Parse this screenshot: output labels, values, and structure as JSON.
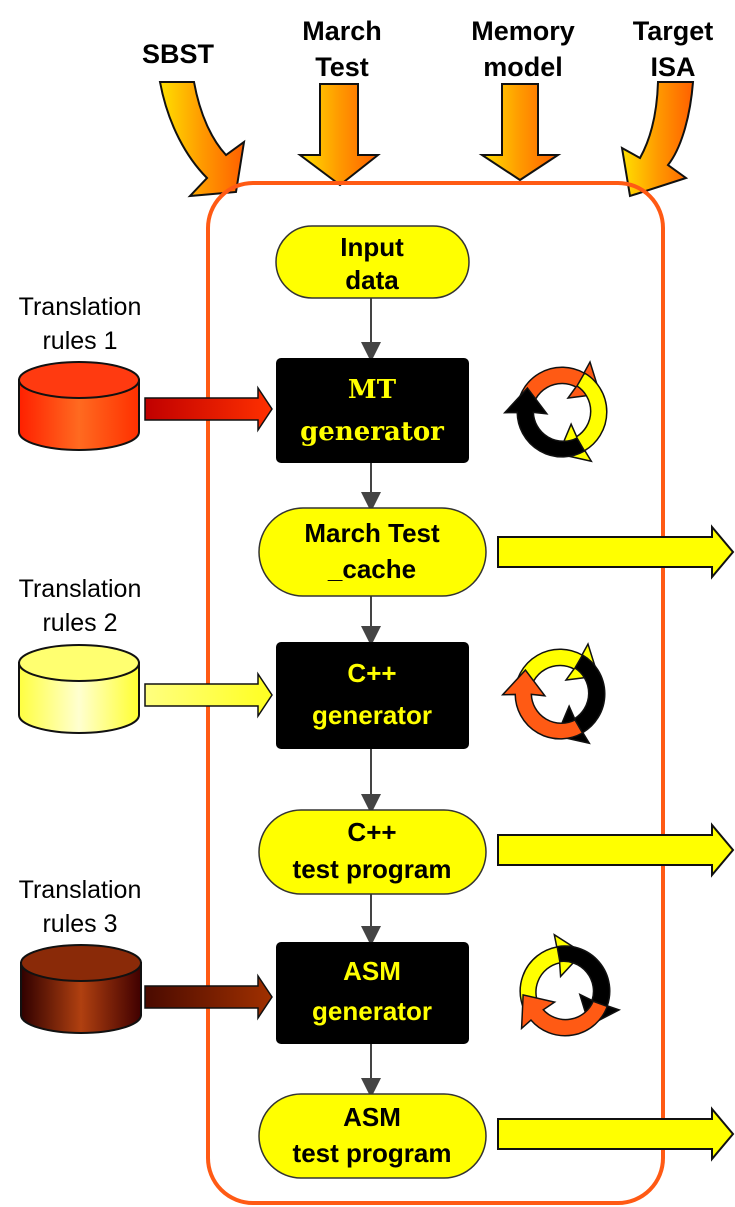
{
  "inputs": [
    {
      "line1": "SBST",
      "line2": ""
    },
    {
      "line1": "March",
      "line2": "Test"
    },
    {
      "line1": "Memory",
      "line2": "model"
    },
    {
      "line1": "Target",
      "line2": "ISA"
    }
  ],
  "nodes": {
    "input_data": {
      "line1": "Input",
      "line2": "data"
    },
    "mt_generator": {
      "line1": "MT",
      "line2": "generator"
    },
    "march_test_cache": {
      "line1": "March Test",
      "line2": "_cache"
    },
    "cpp_generator": {
      "line1": "C++",
      "line2": "generator"
    },
    "cpp_test_program": {
      "line1": "C++",
      "line2": "test program"
    },
    "asm_generator": {
      "line1": "ASM",
      "line2": "generator"
    },
    "asm_test_program": {
      "line1": "ASM",
      "line2": "test program"
    }
  },
  "rules": [
    {
      "line1": "Translation",
      "line2": "rules 1",
      "color": "#ff4a10"
    },
    {
      "line1": "Translation",
      "line2": "rules 2",
      "color": "#ffff50"
    },
    {
      "line1": "Translation",
      "line2": "rules 3",
      "color": "#7a1a00"
    }
  ],
  "colors": {
    "frame": "#ff5a14",
    "terminal_fill": "#ffff00",
    "process_fill": "#000000",
    "process_text": "#ffff00",
    "output_arrow": "#ffff00",
    "orange_arrow": "#ff8c00"
  }
}
